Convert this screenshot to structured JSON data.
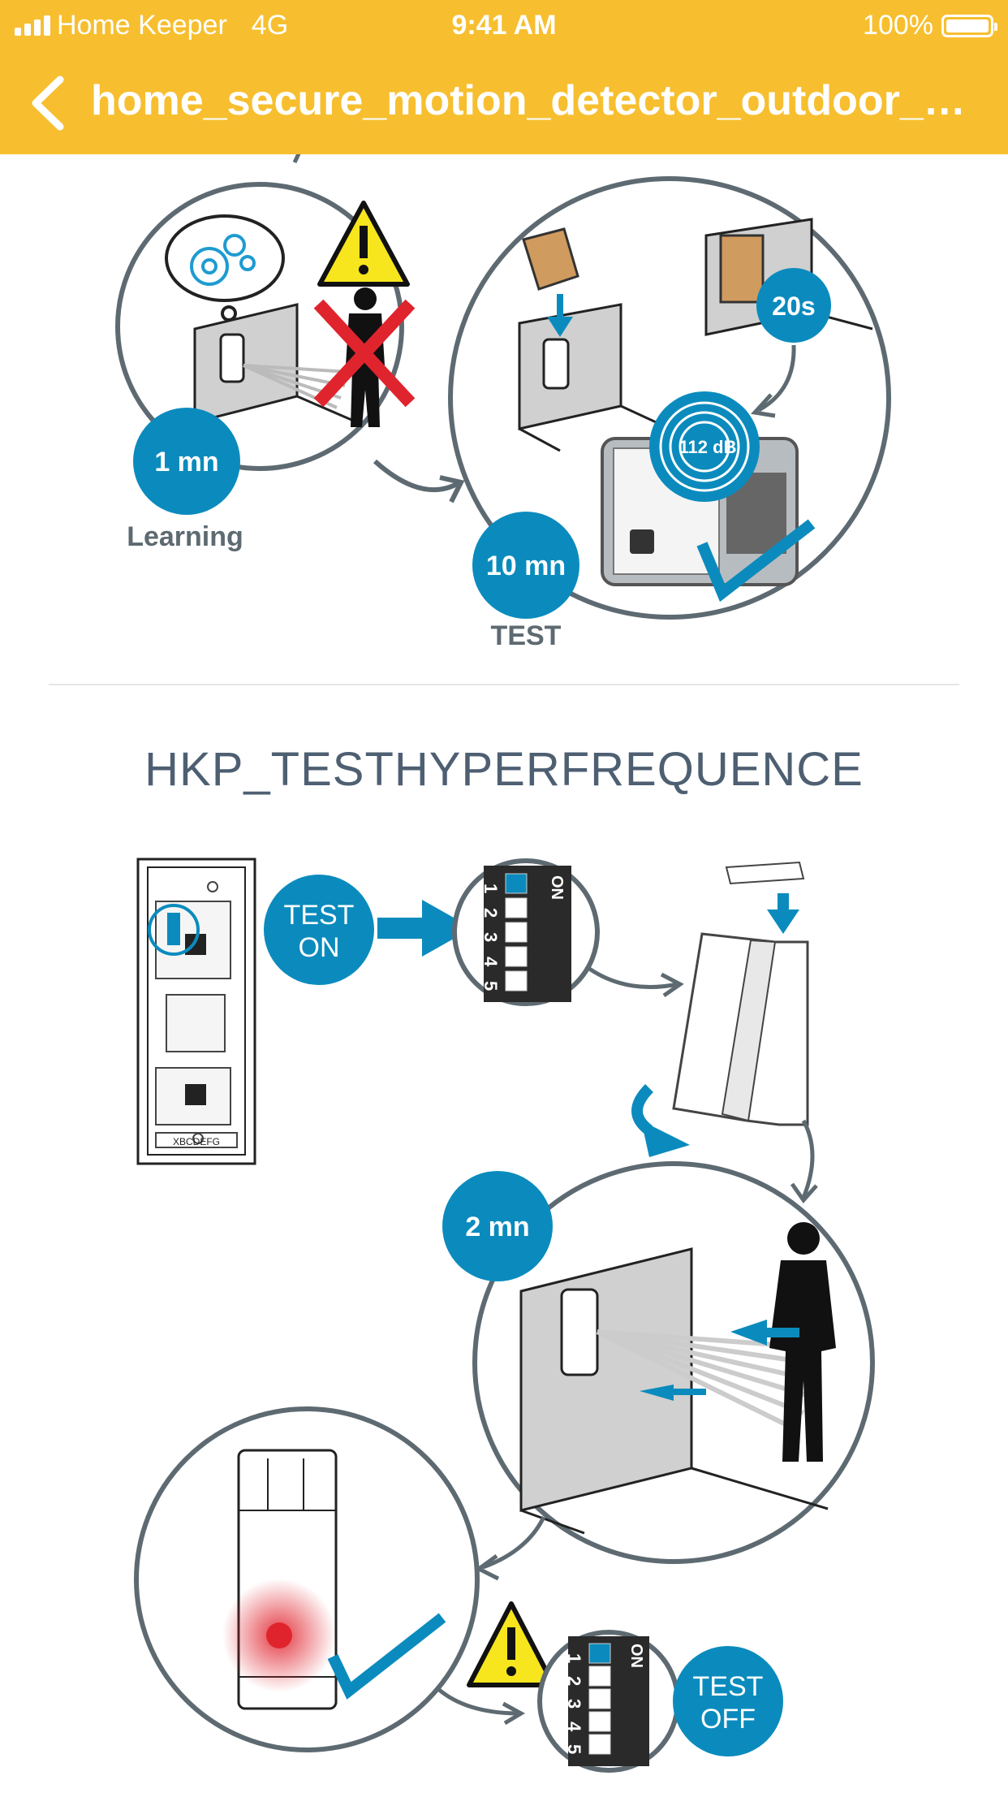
{
  "status_bar": {
    "carrier": "Home Keeper",
    "network": "4G",
    "time": "9:41 AM",
    "battery": "100%",
    "battery_level": 1.0
  },
  "nav": {
    "back_icon": "chevron-left-icon",
    "title": "home_secure_motion_detector_outdoor_anti..."
  },
  "figure_learning": {
    "learning_duration": "1 mn",
    "learning_label": "Learning",
    "test_duration": "10 mn",
    "test_label": "TEST",
    "delay_badge": "20s",
    "siren_level": "112 dB"
  },
  "section": {
    "title": "HKP_TESTHYPERFREQUENCE"
  },
  "figure_test": {
    "test_on_line1": "TEST",
    "test_on_line2": "ON",
    "dip_on_label": "ON",
    "dip_numbers": [
      "1",
      "2",
      "3",
      "4",
      "5"
    ],
    "walk_duration": "2 mn",
    "terminal_letters": "XBCDEFG",
    "test_off_line1": "TEST",
    "test_off_line2": "OFF"
  },
  "colors": {
    "header": "#f7bf2f",
    "accent_blue": "#0b8bbd",
    "outline_gray": "#5e6a71",
    "warning_yellow": "#f7e51e",
    "led_red": "#e0242e"
  }
}
